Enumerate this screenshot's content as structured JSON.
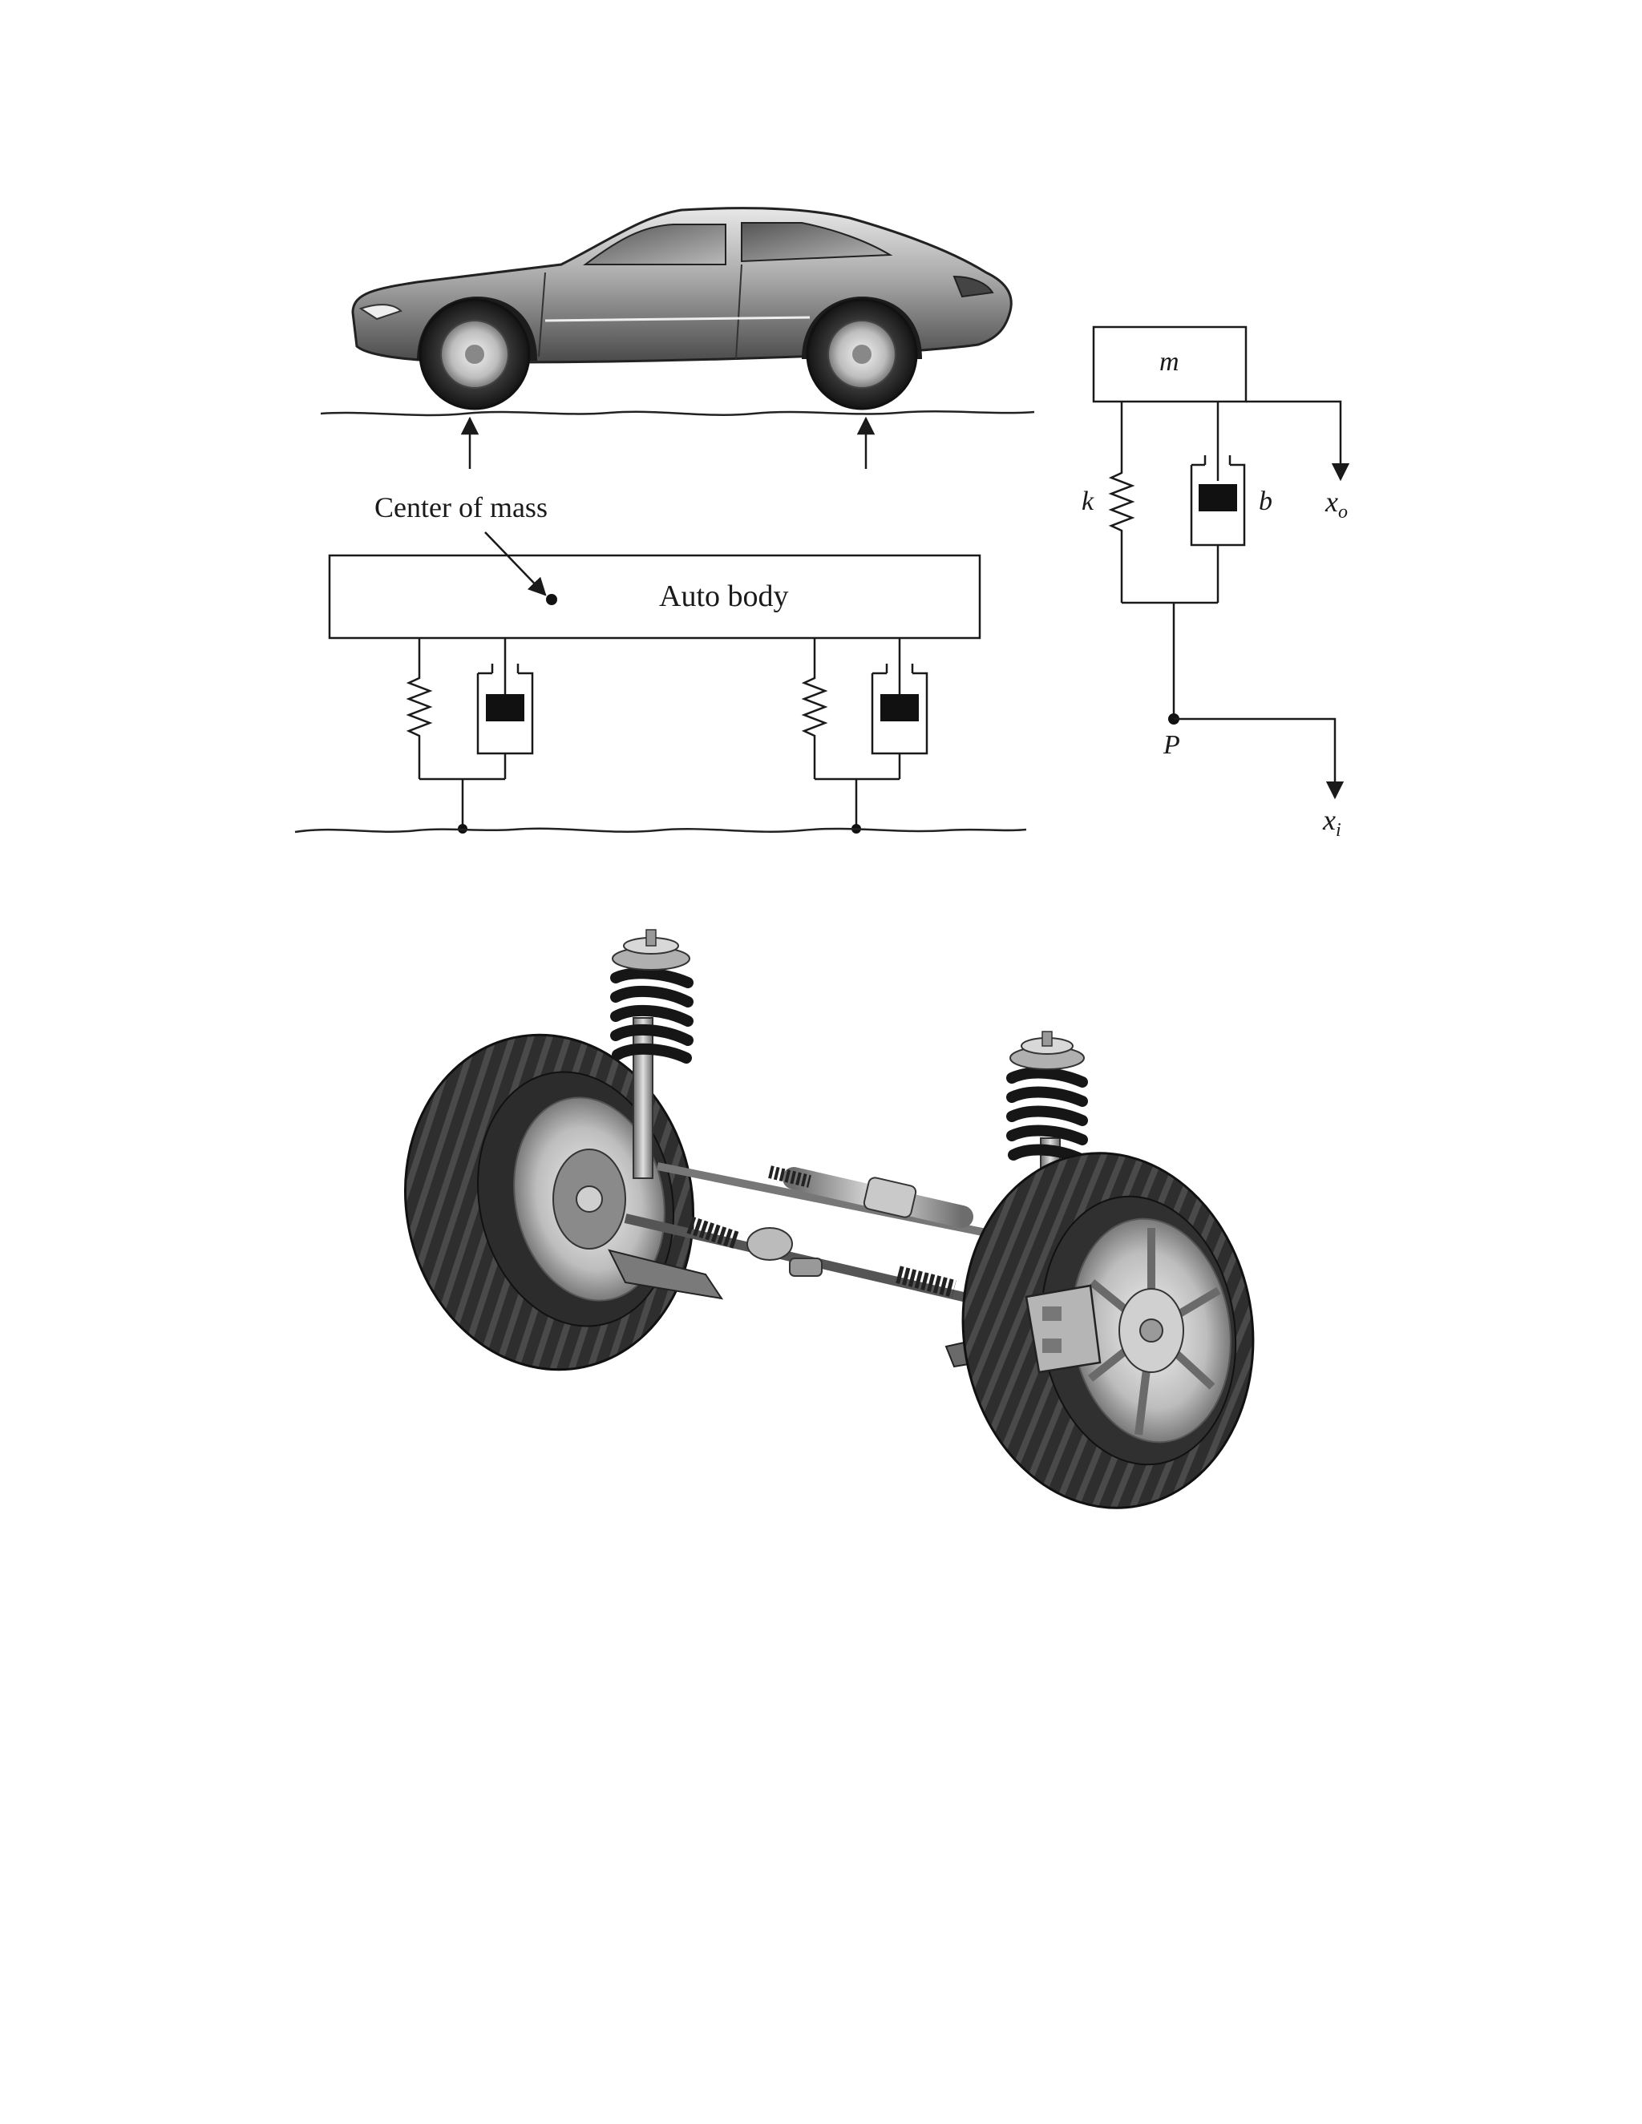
{
  "diagram": {
    "car_model": {
      "center_of_mass_label": "Center of mass",
      "auto_body_label": "Auto body"
    },
    "quarter_car_model": {
      "mass_label": "m",
      "spring_label": "k",
      "damper_label": "b",
      "output_label_base": "x",
      "output_label_sub": "o",
      "point_label": "P",
      "input_label_base": "x",
      "input_label_sub": "i"
    }
  },
  "colors": {
    "line": "#1a1a1a",
    "car_body": "#9a9a9a",
    "tire": "#2a2a2a",
    "rim": "#c8c8c8",
    "spring": "#161616",
    "metal": "#a8a8a8"
  }
}
